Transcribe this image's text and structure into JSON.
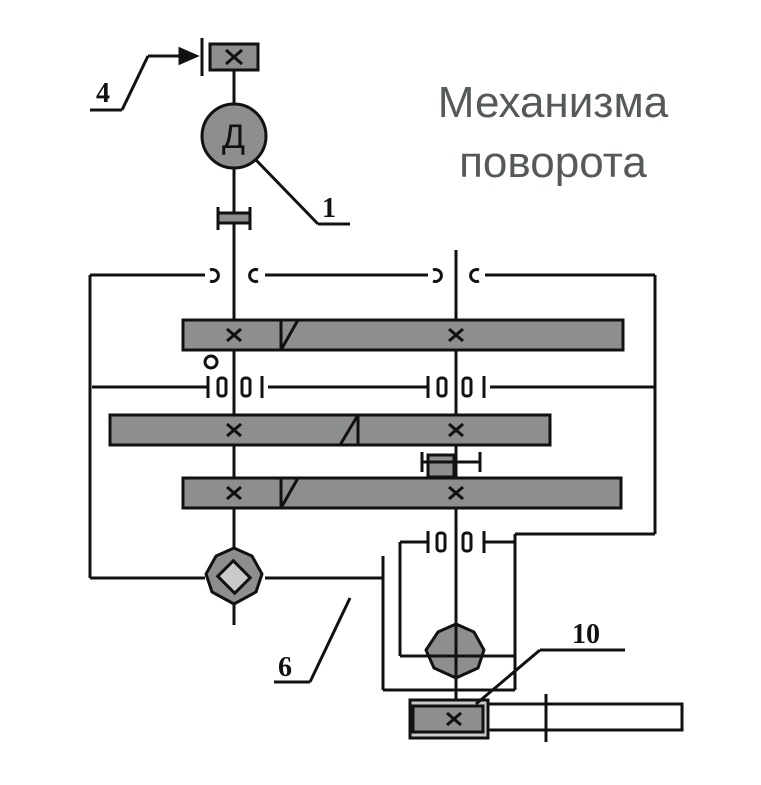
{
  "title": {
    "line1": "Механизма",
    "line2": "поворота"
  },
  "labels": {
    "l4": "4",
    "l1": "1",
    "l6": "6",
    "l10": "10"
  },
  "motor_letter": "Д",
  "colors": {
    "fill": "#8c8f8d",
    "stroke": "#111111",
    "text": "#555a58"
  }
}
